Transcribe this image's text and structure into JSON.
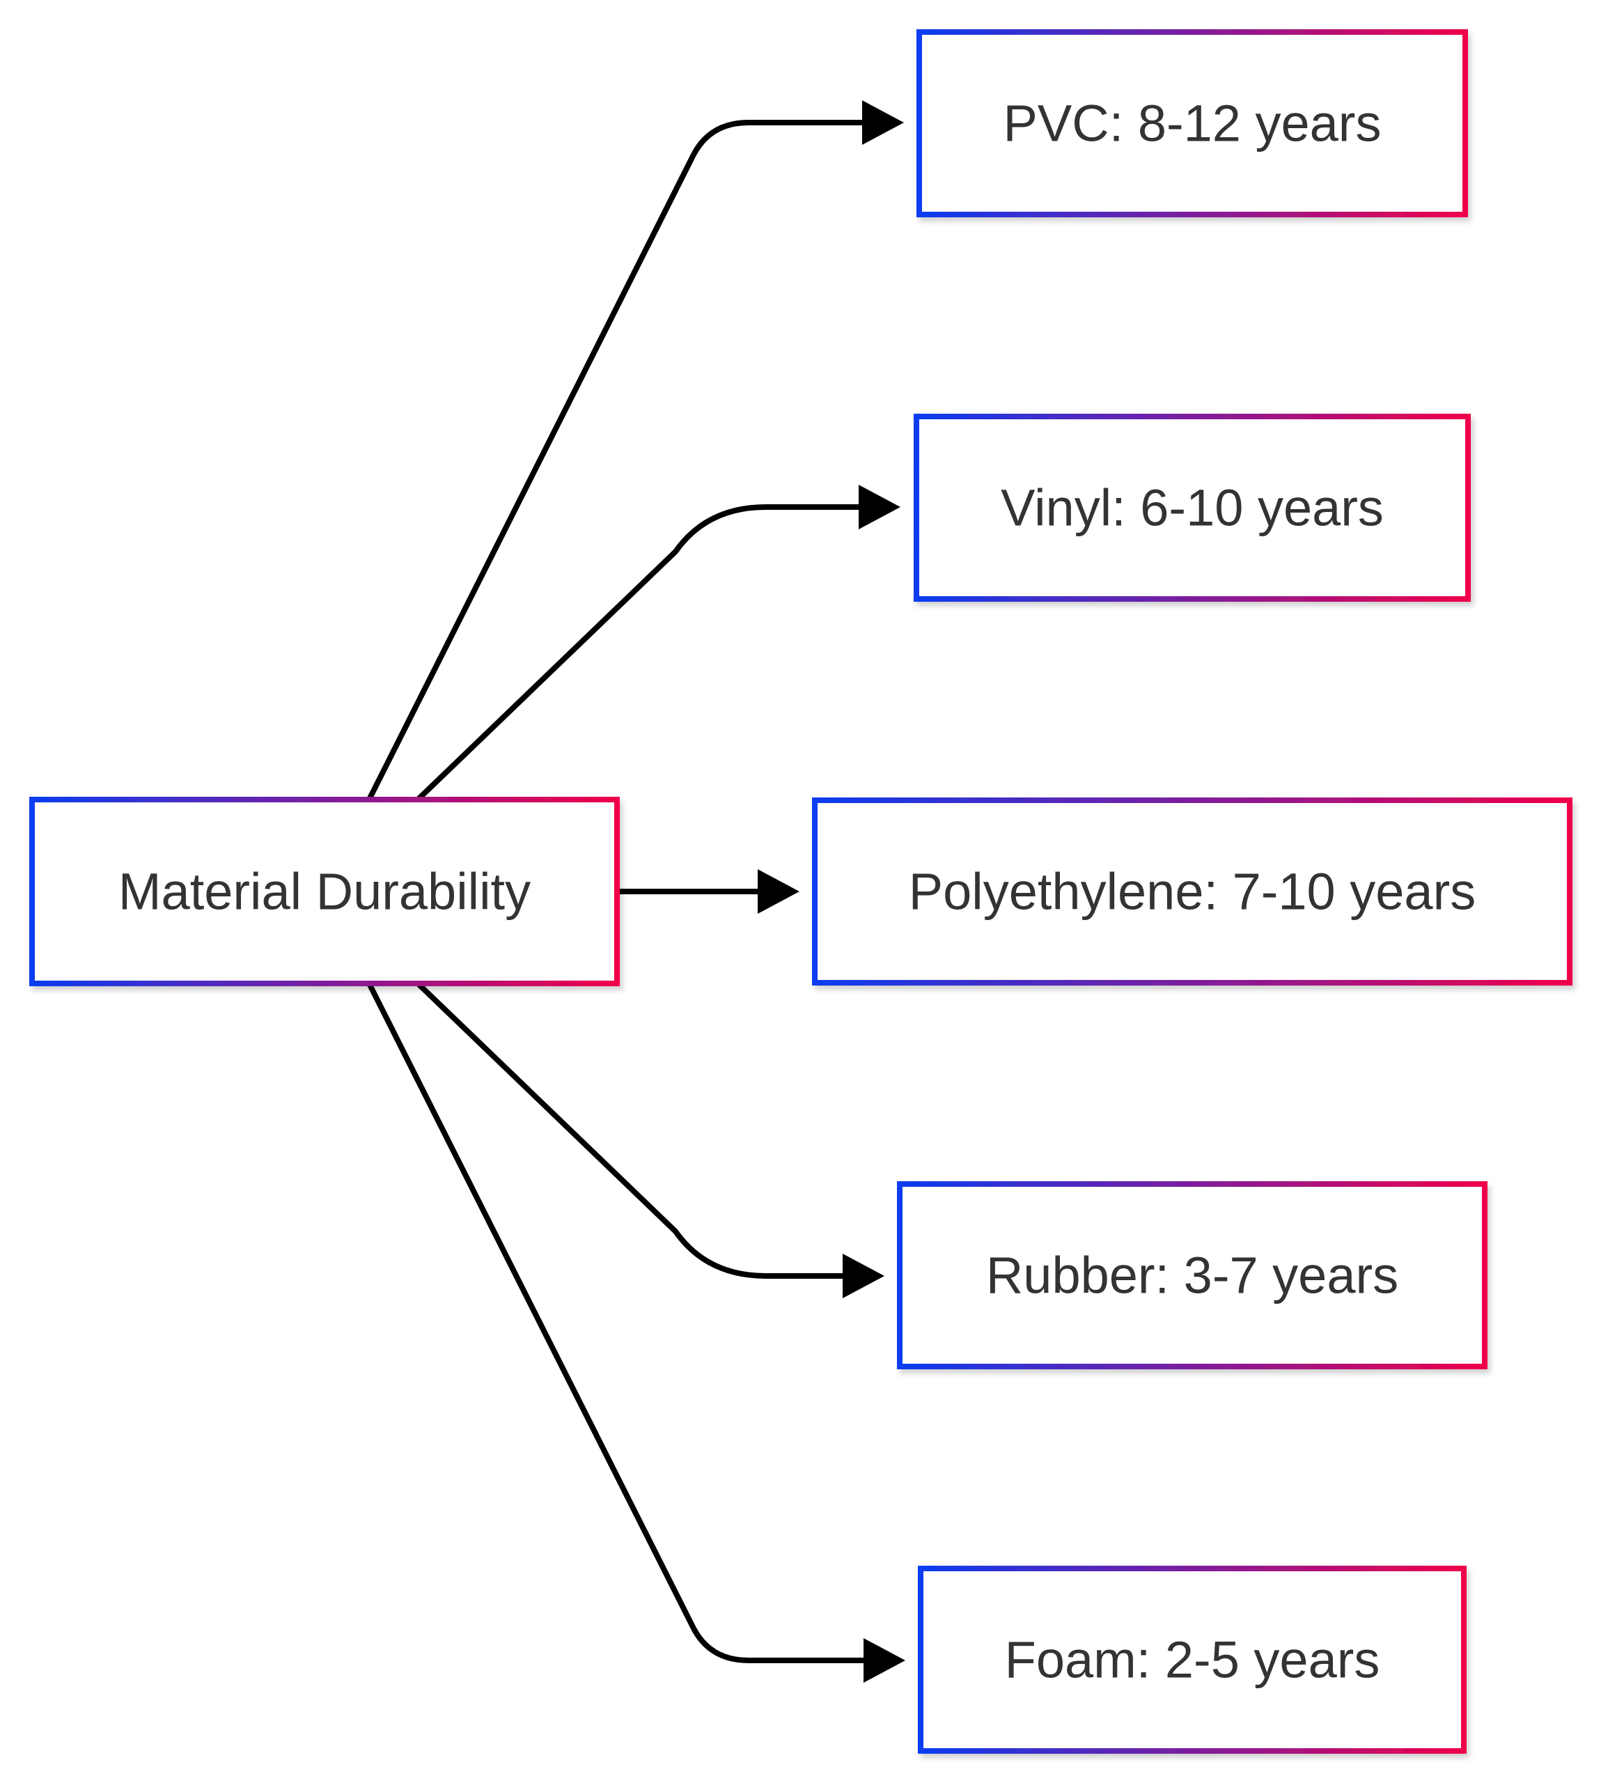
{
  "diagram": {
    "source": {
      "label": "Material Durability"
    },
    "targets": [
      {
        "label": "PVC: 8-12 years"
      },
      {
        "label": "Vinyl: 6-10 years"
      },
      {
        "label": "Polyethylene: 7-10 years"
      },
      {
        "label": "Rubber: 3-7 years"
      },
      {
        "label": "Foam: 2-5 years"
      }
    ]
  },
  "colors": {
    "border_start": "#0a3cf0",
    "border_end": "#f0004a",
    "edge": "#000000",
    "text": "#333333",
    "background": "#ffffff"
  }
}
